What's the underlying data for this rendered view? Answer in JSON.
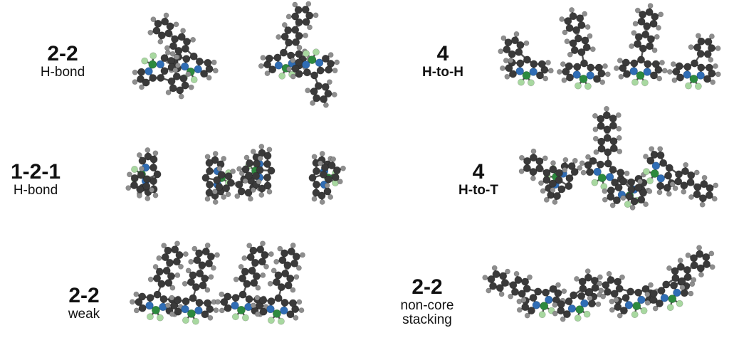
{
  "panels": [
    {
      "id": "p1",
      "count": "2-2",
      "desc": [
        "H-bond"
      ],
      "desc_bold": false
    },
    {
      "id": "p2",
      "count": "1-2-1",
      "desc": [
        "H-bond"
      ],
      "desc_bold": false
    },
    {
      "id": "p3",
      "count": "2-2",
      "desc": [
        "weak"
      ],
      "desc_bold": false
    },
    {
      "id": "p4",
      "count": "4",
      "desc": [
        "H-to-H"
      ],
      "desc_bold": true
    },
    {
      "id": "p5",
      "count": "4",
      "desc": [
        "H-to-T"
      ],
      "desc_bold": true
    },
    {
      "id": "p6",
      "count": "2-2",
      "desc": [
        "non-core",
        "stacking"
      ],
      "desc_bold": false
    }
  ],
  "colors": {
    "carbon": "#3a3a3a",
    "hydrogen": "#8e8e8e",
    "nitrogen": "#2f6db5",
    "boron": "#2d8a3e",
    "fluorine": "#a8d8a0",
    "bond": "#555555"
  }
}
